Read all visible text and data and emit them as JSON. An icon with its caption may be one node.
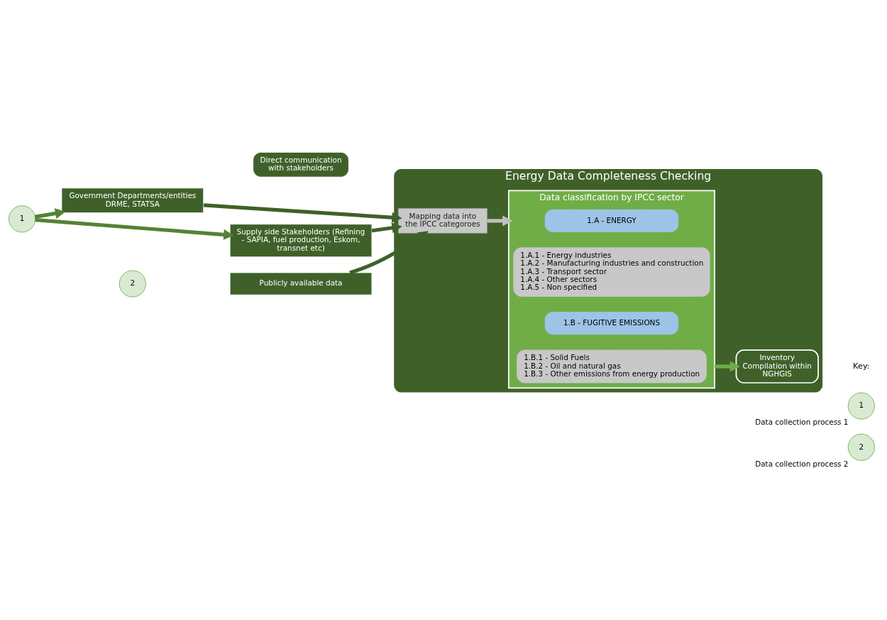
{
  "diagram": {
    "nodes": [
      {
        "text": [
          "1"
        ]
      },
      {
        "text": [
          "Government Departments/entities DRME, STATSA"
        ]
      },
      {
        "text": [
          "Supply side Stakeholders (Refining - SAPIA, fuel production, Eskom, transnet etc)"
        ]
      },
      {
        "text": [
          "Direct communication with stakeholders"
        ]
      },
      {
        "text": [
          "2"
        ]
      },
      {
        "text": [
          "Publicly available data"
        ]
      },
      {
        "text": [
          "Energy Data Completeness Checking"
        ]
      },
      {
        "text": [
          "Mapping data into the IPCC categoroes"
        ],
        "in": 6
      },
      {
        "text": [
          "Data classification by IPCC sector"
        ],
        "in": 6
      },
      {
        "text": [
          "1.A - ENERGY"
        ],
        "in": 8
      },
      {
        "text": [
          "1.A.1 - Energy industries",
          "1.A.2 - Manufacturing industries and construction",
          "1.A.3 - Transport sector",
          "1.A.4 - Other sectors",
          "1.A.5 - Non specified"
        ],
        "in": 8
      },
      {
        "text": [
          "1.B - FUGITIVE EMISSIONS"
        ],
        "in": 8
      },
      {
        "text": [
          "1.B.1 - Solid Fuels",
          "1.B.2 - Oil and natural gas",
          "1.B.3 - Other emissions from energy production"
        ],
        "in": 8
      },
      {
        "text": [
          "Inventory Compilation within NGHGIS"
        ],
        "in": 6
      },
      {
        "text": [
          "1"
        ],
        "beside": [
          "Data collection process 1"
        ]
      },
      {
        "text": [
          "2"
        ],
        "beside": [
          "Data collection process 2"
        ]
      }
    ],
    "edges": [
      {
        "from": 0,
        "to": 1,
        "arrow": "to",
        "color": "#548235"
      },
      {
        "from": 0,
        "to": 2,
        "arrow": "to",
        "color": "#548235"
      },
      {
        "from": 1,
        "to": 7,
        "arrow": "to"
      },
      {
        "from": 2,
        "to": 7,
        "arrow": "to"
      },
      {
        "from": 5,
        "to": 7,
        "arrow": "to"
      },
      {
        "from": 7,
        "to": 8,
        "arrow": "to",
        "color": "#bfbfbf"
      },
      {
        "from": 8,
        "to": 13,
        "arrow": "to",
        "color": "#70ad47"
      }
    ],
    "labels": [
      "Key:"
    ]
  }
}
